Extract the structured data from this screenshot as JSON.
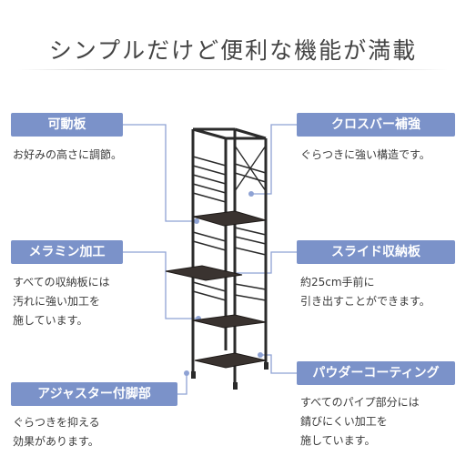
{
  "headline": "シンプルだけど便利な機能が満載",
  "features": {
    "adjustable_shelf": {
      "title": "可動板",
      "lines": [
        "お好みの高さに調節。"
      ]
    },
    "melamine": {
      "title": "メラミン加工",
      "lines": [
        "すべての収納板には",
        "汚れに強い加工を",
        "施しています。"
      ]
    },
    "adjuster": {
      "title": "アジャスター付脚部",
      "lines": [
        "ぐらつきを抑える",
        "効果があります。"
      ]
    },
    "cross_bar": {
      "title": "クロスバー補強",
      "lines": [
        "ぐらつきに強い構造です。"
      ]
    },
    "slide_shelf": {
      "title": "スライド収納板",
      "lines": [
        "約25cm手前に",
        "引き出すことができます。"
      ]
    },
    "powder_coating": {
      "title": "パウダーコーティング",
      "lines": [
        "すべてのパイプ部分には",
        "錆びにくい加工を",
        "施しています。"
      ]
    }
  },
  "colors": {
    "badge": "#7b92c9",
    "leader": "#8ea2d4",
    "frame": "#2b2b2b",
    "shelf": "#3a3330"
  }
}
